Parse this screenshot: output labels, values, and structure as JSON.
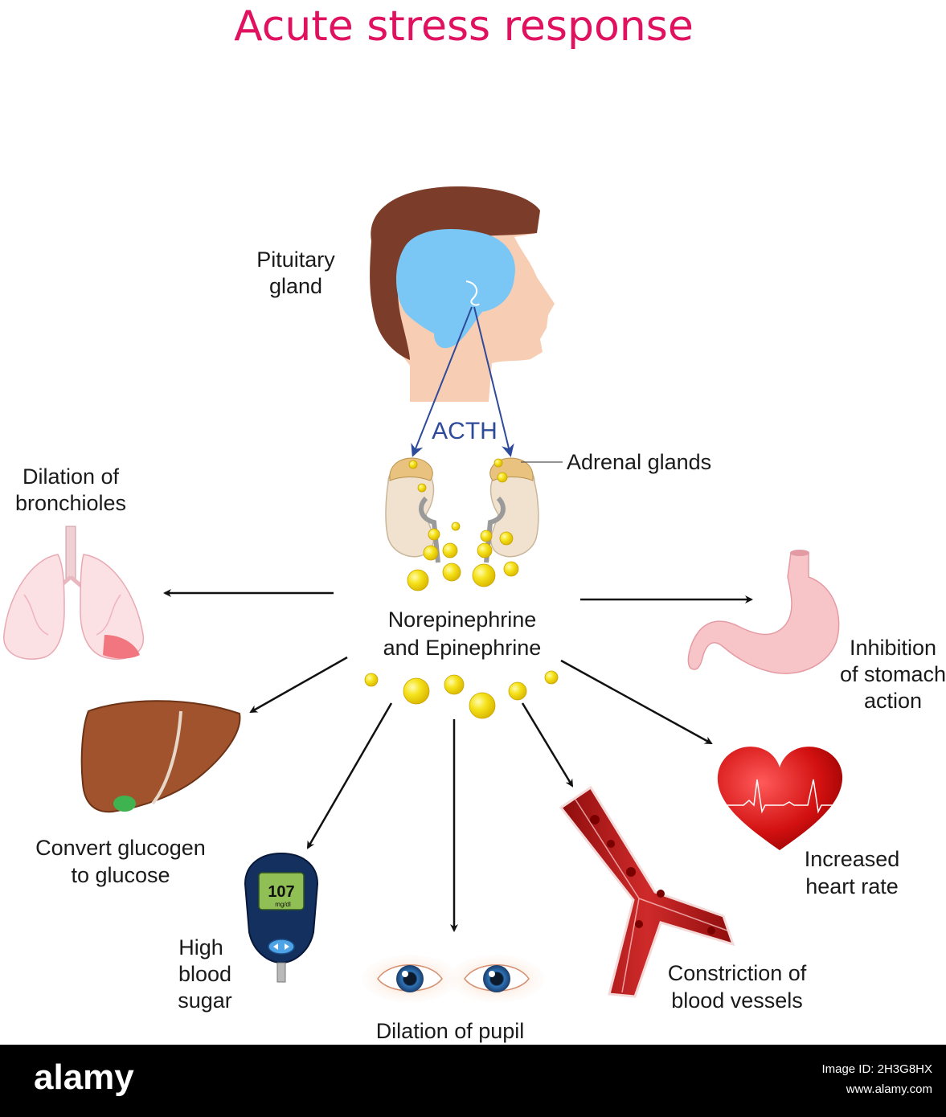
{
  "title": "Acute stress response",
  "labels": {
    "pituitary_line1": "Pituitary",
    "pituitary_line2": "gland",
    "acth": "ACTH",
    "adrenal": "Adrenal glands",
    "hormones_line1": "Norepinephrine",
    "hormones_line2": "and Epinephrine",
    "bronchioles_line1": "Dilation of",
    "bronchioles_line2": "bronchioles",
    "stomach_line1": "Inhibition",
    "stomach_line2": "of stomach",
    "stomach_line3": "action",
    "glucose_line1": "Convert glucogen",
    "glucose_line2": "to glucose",
    "sugar_line1": "High",
    "sugar_line2": "blood",
    "sugar_line3": "sugar",
    "pupil": "Dilation of pupil",
    "vessels_line1": "Constriction of",
    "vessels_line2": "blood vessels",
    "heart_line1": "Increased",
    "heart_line2": "heart rate"
  },
  "glucometer": {
    "reading": "107",
    "unit": "mg/dl"
  },
  "footer": {
    "brand": "alamy",
    "image_id": "Image ID: 2H3G8HX",
    "url": "www.alamy.com"
  },
  "colors": {
    "title": "#e0115f",
    "acth": "#2e4a9a",
    "hormone": "#f5e21a",
    "arrow": "#111111",
    "footer_bg": "#000000"
  }
}
